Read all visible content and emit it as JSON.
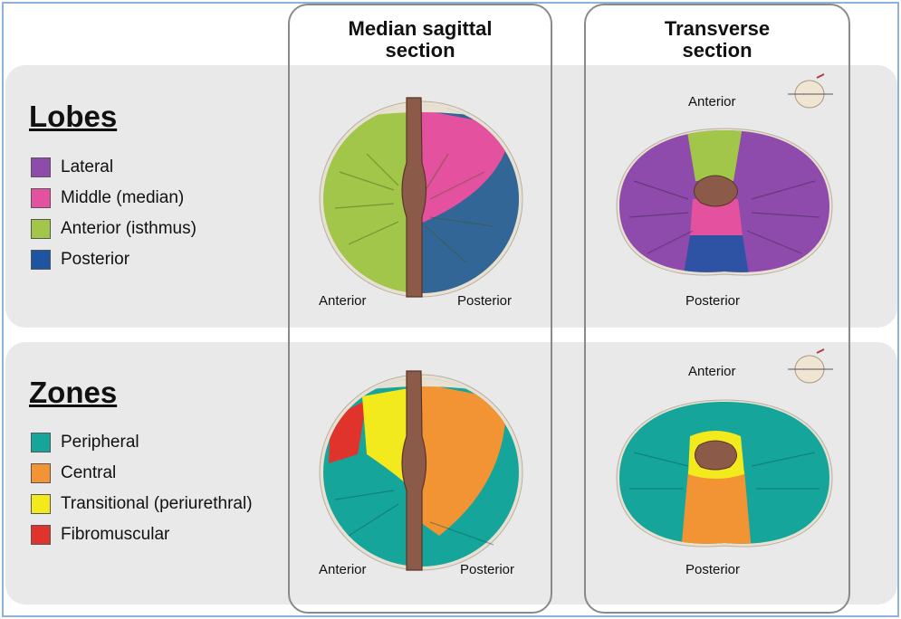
{
  "columns": {
    "sagittal_title": "Median sagittal\nsection",
    "transverse_title": "Transverse\nsection"
  },
  "lobes": {
    "title": "Lobes",
    "items": [
      {
        "label": "Lateral",
        "color": "#8e4bab"
      },
      {
        "label": "Middle (median)",
        "color": "#e4529f"
      },
      {
        "label": "Anterior (isthmus)",
        "color": "#a2c64a"
      },
      {
        "label": "Posterior",
        "color": "#1d55a3"
      }
    ]
  },
  "zones": {
    "title": "Zones",
    "items": [
      {
        "label": "Peripheral",
        "color": "#16a59a"
      },
      {
        "label": "Central",
        "color": "#f29433"
      },
      {
        "label": "Transitional (periurethral)",
        "color": "#f3ea1e"
      },
      {
        "label": "Fibromuscular",
        "color": "#e0332b"
      }
    ]
  },
  "orientation": {
    "anterior": "Anterior",
    "posterior": "Posterior"
  }
}
